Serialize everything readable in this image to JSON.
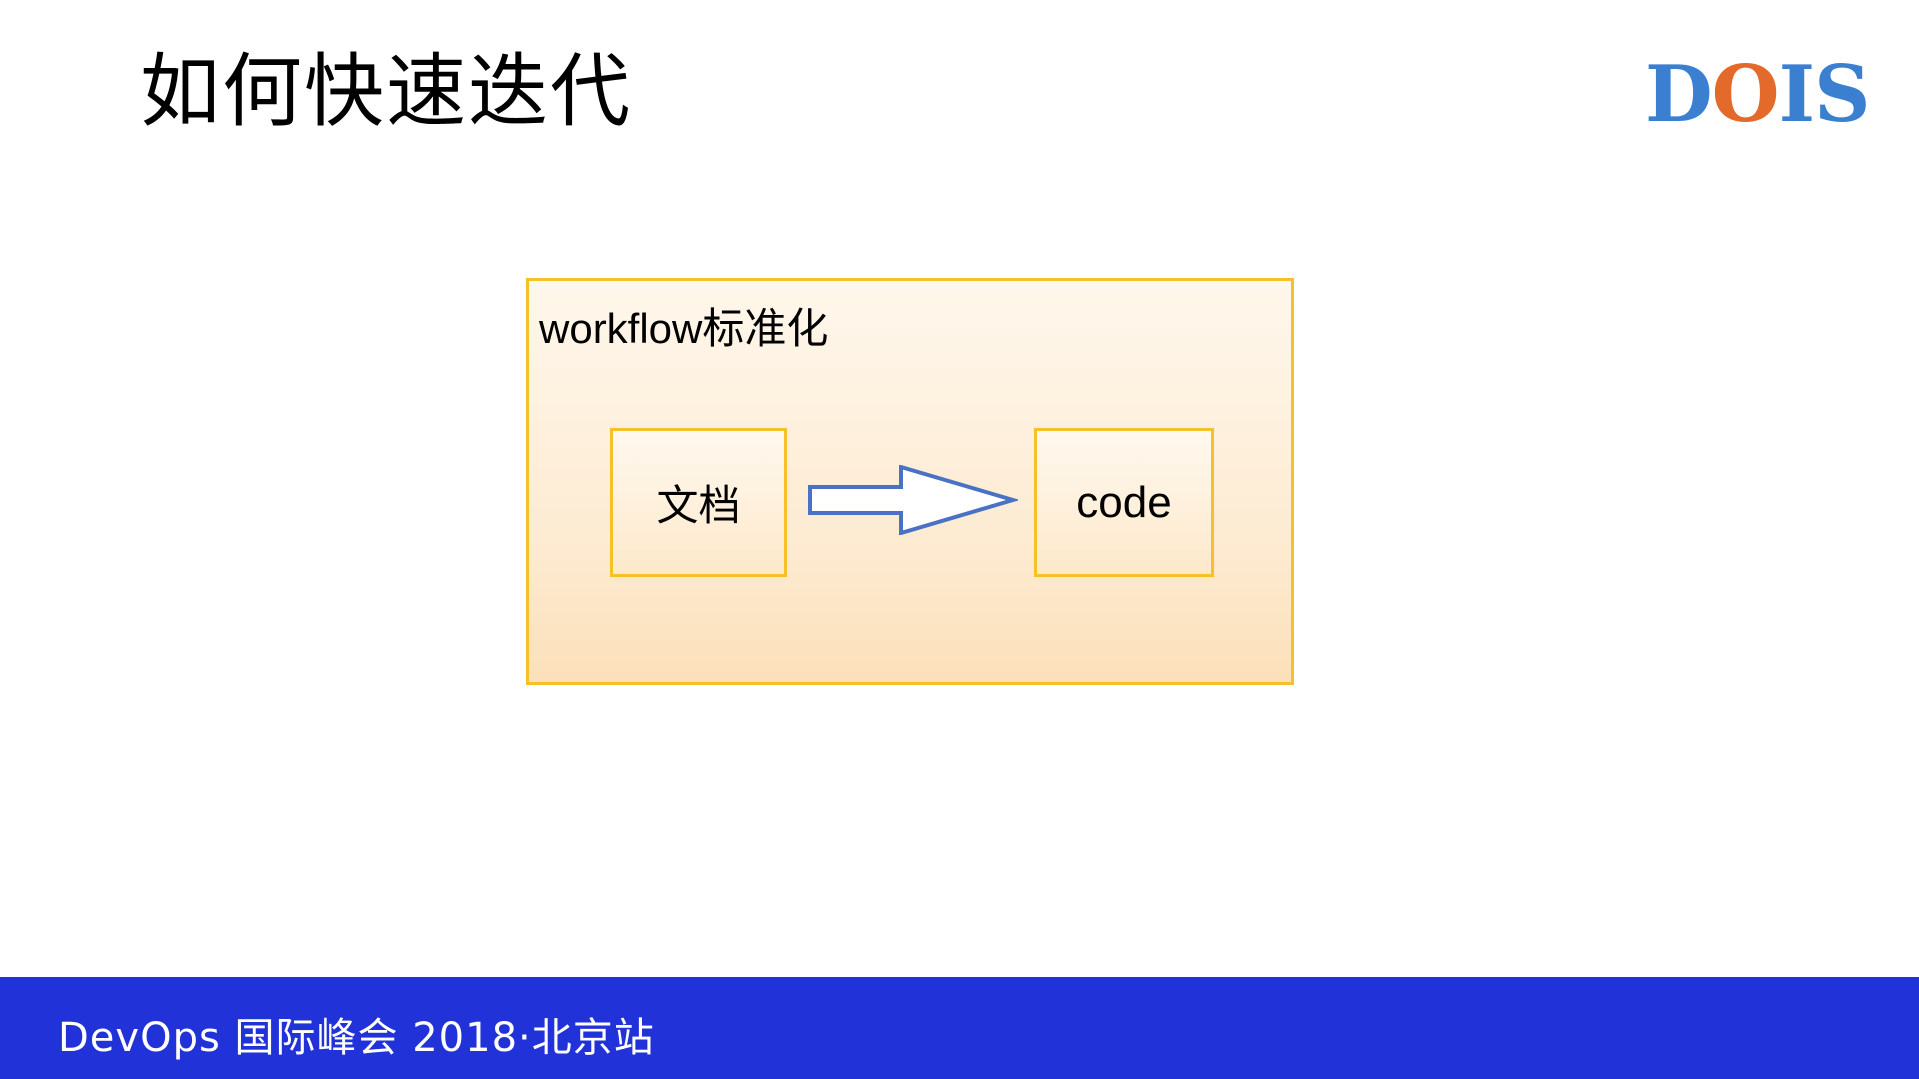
{
  "slide": {
    "title": "如何快速迭代"
  },
  "logo": {
    "letters": [
      "D",
      "O",
      "I",
      "S"
    ],
    "colors": [
      "#3b7fd0",
      "#e46a2c",
      "#3b7fd0",
      "#3b7fd0"
    ]
  },
  "diagram": {
    "container_label": "workflow标准化",
    "nodes": {
      "source": "文档",
      "target": "code"
    },
    "colors": {
      "box_border": "#f5c02a",
      "arrow_stroke": "#4a72c4",
      "arrow_fill": "#ffffff"
    }
  },
  "footer": {
    "text": "DevOps 国际峰会 2018·北京站",
    "background": "#2132d8"
  }
}
